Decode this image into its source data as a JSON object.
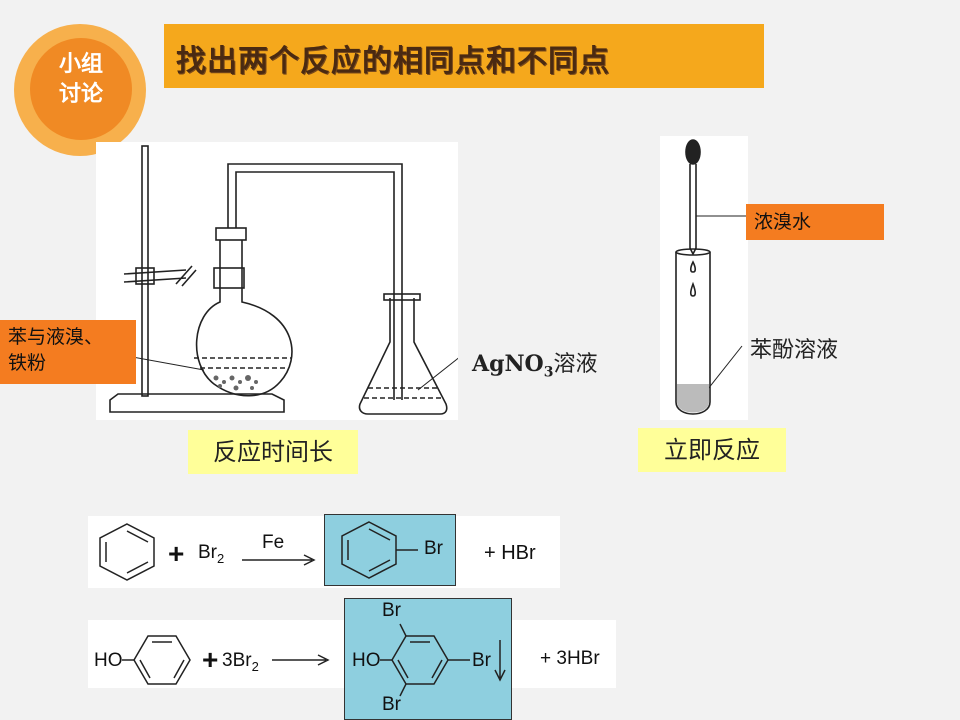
{
  "badge": {
    "line1": "小组",
    "line2": "讨论"
  },
  "title": "找出两个反应的相同点和不同点",
  "left_apparatus": {
    "reagent_label_1": "苯与液溴、",
    "reagent_label_2": "铁粉",
    "product_label_main": "AgNO",
    "product_label_sub": "3",
    "product_label_tail": "溶液",
    "caption": "反应时间长"
  },
  "right_apparatus": {
    "dropper_label": "浓溴水",
    "tube_label": "苯酚溶液",
    "caption": "立即反应"
  },
  "equation1": {
    "plus": "+",
    "reagent": "Br",
    "reagent_sub": "2",
    "catalyst": "Fe",
    "product_substituent": "Br",
    "byproduct": "+ HBr"
  },
  "equation2": {
    "reactant_group": "HO",
    "plus": "+",
    "reagent": "3Br",
    "reagent_sub": "2",
    "product_group": "HO",
    "product_br_top": "Br",
    "product_br_right": "Br",
    "product_br_bottom": "Br",
    "byproduct": "+ 3HBr"
  }
}
